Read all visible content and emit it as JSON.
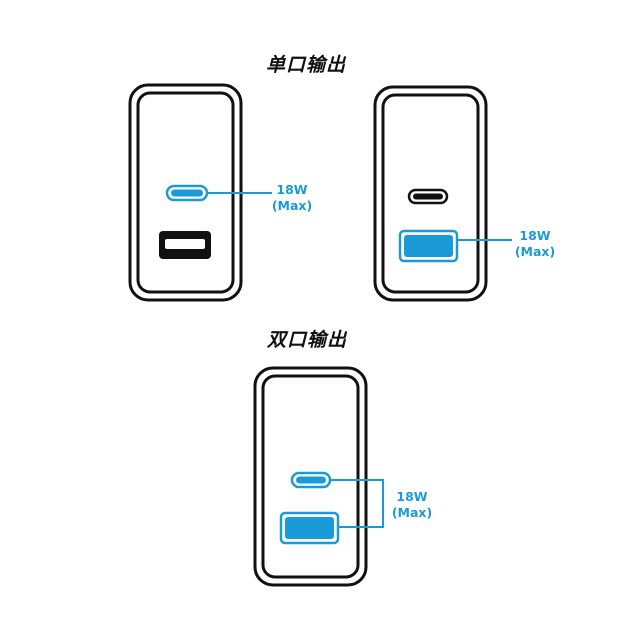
{
  "headings": {
    "single_output": "单口输出",
    "dual_output": "双口输出"
  },
  "labels": [
    {
      "power": "18W",
      "note": "(Max)"
    },
    {
      "power": "18W",
      "note": "(Max)"
    },
    {
      "power": "18W",
      "note": "(Max)"
    }
  ],
  "colors": {
    "highlight": "#1a9ad6",
    "outline": "#111111",
    "background": "#ffffff"
  }
}
